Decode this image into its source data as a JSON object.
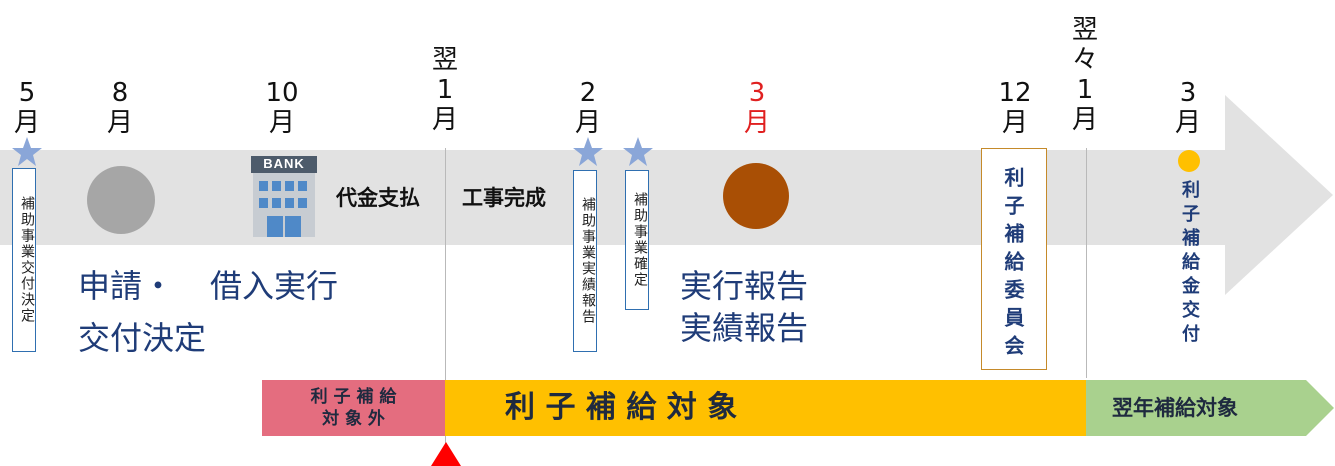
{
  "months": [
    {
      "lines": [
        "5",
        "月"
      ],
      "color": "#111111"
    },
    {
      "lines": [
        "8",
        "月"
      ],
      "color": "#111111"
    },
    {
      "lines": [
        "10",
        "月"
      ],
      "color": "#111111"
    },
    {
      "lines": [
        "翌",
        "1",
        "月"
      ],
      "color": "#111111"
    },
    {
      "lines": [
        "2",
        "月"
      ],
      "color": "#111111"
    },
    {
      "lines": [
        "3",
        "月"
      ],
      "color": "#e02020"
    },
    {
      "lines": [
        "12",
        "月"
      ],
      "color": "#111111"
    },
    {
      "lines": [
        "翌",
        "々",
        "1",
        "月"
      ],
      "color": "#111111"
    },
    {
      "lines": [
        "3",
        "月"
      ],
      "color": "#111111"
    }
  ],
  "labels": {
    "subsidy_decision": "補助事業交付決定",
    "application": "申請・",
    "grant_decision": "交付決定",
    "bank_sign": "BANK",
    "borrowing": "借入実行",
    "payment": "代金支払",
    "completion": "工事完成",
    "performance_report": "補助事業実績報告",
    "business_confirmed": "補助事業確定",
    "execution_report": "実行報告",
    "results_report": "実績報告",
    "committee": "利子補給委員会",
    "grant_delivery": "利子補給金交付"
  },
  "bands": {
    "not_covered": [
      "利 子 補 給",
      "対 象 外"
    ],
    "covered": "利 子 補 給 対 象",
    "next_year": "翌年補給対象"
  },
  "colors": {
    "arrow": "#e2e2e2",
    "star": "#8aa6d8",
    "gray_circle": "#a6a6a6",
    "brown_circle": "#a94f05",
    "yellow_dot": "#ffc000",
    "pink_band": "#e46d7f",
    "orange_band": "#ffc000",
    "green_band": "#a9d18e",
    "marker": "#ff0000",
    "blue_text": "#1f3c78",
    "committee_border": "#c58a2a"
  }
}
